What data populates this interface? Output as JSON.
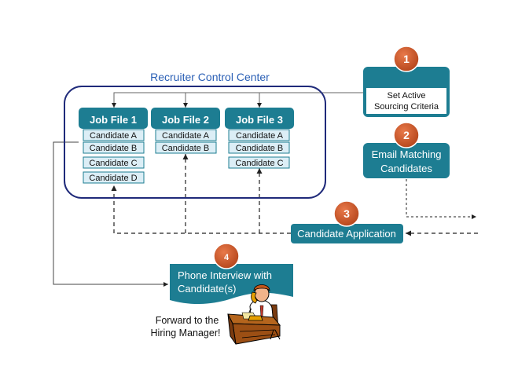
{
  "control_center": {
    "title": "Recruiter Control Center"
  },
  "job_files": [
    {
      "label": "Job File 1",
      "candidates": [
        "Candidate A",
        "Candidate B",
        "Candidate C",
        "Candidate D"
      ]
    },
    {
      "label": "Job File 2",
      "candidates": [
        "Candidate A",
        "Candidate B"
      ]
    },
    {
      "label": "Job File 3",
      "candidates": [
        "Candidate A",
        "Candidate B",
        "Candidate C"
      ]
    }
  ],
  "steps": [
    {
      "number": "1",
      "line1": "Set Active",
      "line2": "Sourcing Criteria"
    },
    {
      "number": "2",
      "line1": "Email Matching",
      "line2": "Candidates"
    },
    {
      "number": "3",
      "label": "Candidate Application"
    },
    {
      "number": "4",
      "line1": "Phone Interview with",
      "line2": "Candidate(s)"
    }
  ],
  "forward_note": {
    "line1": "Forward to the",
    "line2": "Hiring Manager!"
  },
  "colors": {
    "teal": "#1d7d92",
    "navy": "#1f2a7a",
    "badge": "#c5501c",
    "candidate_fill": "#dceef6",
    "title_blue": "#2a5fb5"
  },
  "icons": {
    "illustration": "person-on-phone-at-desk-icon"
  }
}
